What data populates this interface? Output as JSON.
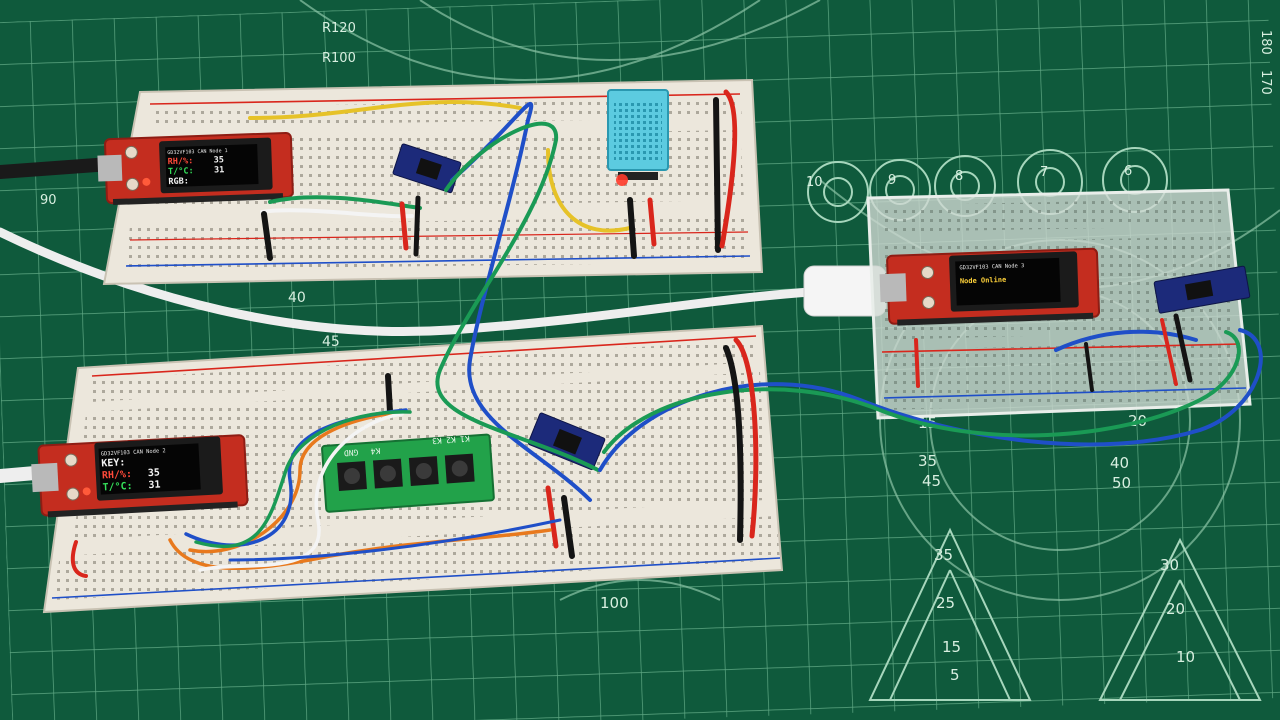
{
  "scene": {
    "mat_color": "#0f5a3c",
    "grid_color": "#5fa884",
    "breadboard_color": "#ece7dc",
    "mcu_board_color": "#c42d1f",
    "wire_blue": "#1f4fc8",
    "wire_green": "#1a9a55",
    "wire_red": "#d9261c",
    "wire_black": "#141414",
    "wire_yellow": "#e6c228",
    "wire_white": "#f4f4f4",
    "wire_orange": "#e8791d",
    "sensor_color": "#5ccbe0"
  },
  "mat": {
    "left_labels": [
      "R120",
      "R100"
    ],
    "left_tick": "90",
    "top_right": "180",
    "right_edge": "170",
    "targets": [
      "10",
      "9",
      "8",
      "7",
      "6"
    ],
    "ring_labels": [
      "40",
      "45"
    ],
    "right_circle_labels": [
      "15",
      "20",
      "35",
      "40",
      "45",
      "50"
    ],
    "triangle_left": [
      "35",
      "25",
      "15",
      "5"
    ],
    "triangle_right": [
      "30",
      "20",
      "10"
    ],
    "bottom": "100"
  },
  "node1": {
    "title": "GD32VF103 CAN Node 1",
    "rows": [
      {
        "label": "RH/%:",
        "value": "35",
        "color": "#ff4a3a"
      },
      {
        "label": "T/°C:",
        "value": "31",
        "color": "#35e05a"
      },
      {
        "label": "RGB:",
        "value": "",
        "color": "#f4f4f4"
      }
    ]
  },
  "node2": {
    "title": "GD32VF103 CAN Node 2",
    "rows": [
      {
        "label": "KEY:",
        "value": "",
        "color": "#f4f4f4"
      },
      {
        "label": "RH/%:",
        "value": "35",
        "color": "#ff4a3a"
      },
      {
        "label": "T/°C:",
        "value": "31",
        "color": "#35e05a"
      }
    ]
  },
  "node3": {
    "title": "GD32VF103 CAN Node 3",
    "status": "Node Online"
  },
  "keypad": {
    "header": [
      "GND",
      "K4",
      "K3",
      "K2",
      "K1"
    ]
  }
}
